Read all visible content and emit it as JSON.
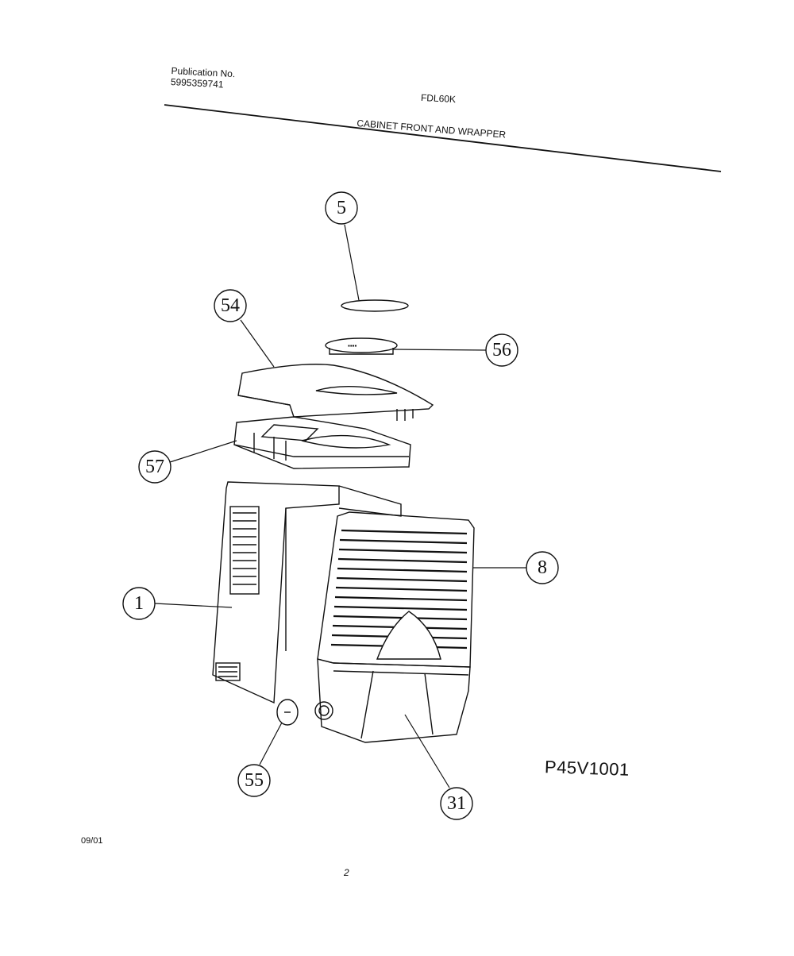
{
  "header": {
    "publication_label": "Publication No.",
    "publication_number": "5995359741",
    "model": "FDL60K",
    "section_title": "CABINET FRONT AND WRAPPER"
  },
  "figure_id": "P45V1001",
  "footer": {
    "date": "09/01",
    "page_number": "2"
  },
  "callouts": [
    "5",
    "54",
    "56",
    "57",
    "8",
    "1",
    "55",
    "31"
  ]
}
